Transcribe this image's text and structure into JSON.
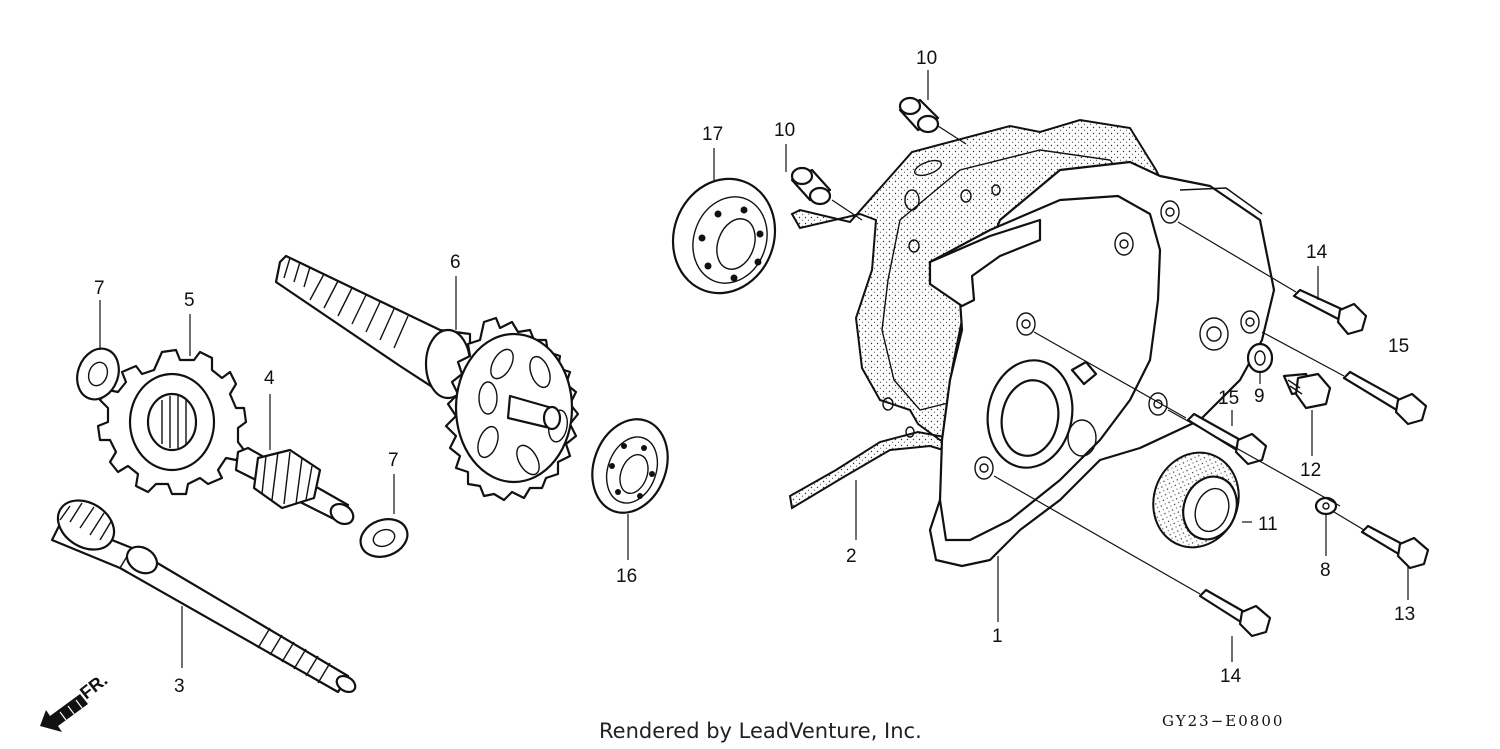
{
  "callouts": {
    "c1": "1",
    "c2": "2",
    "c3": "3",
    "c4": "4",
    "c5": "5",
    "c6": "6",
    "c7a": "7",
    "c7b": "7",
    "c8": "8",
    "c9": "9",
    "c10a": "10",
    "c10b": "10",
    "c11": "11",
    "c12": "12",
    "c13": "13",
    "c14a": "14",
    "c14b": "14",
    "c15a": "15",
    "c15b": "15",
    "c16": "16",
    "c17": "17"
  },
  "direction_label": "FR.",
  "footer_credit": "Rendered by LeadVenture, Inc.",
  "diagram_code": "GY23−E0800"
}
